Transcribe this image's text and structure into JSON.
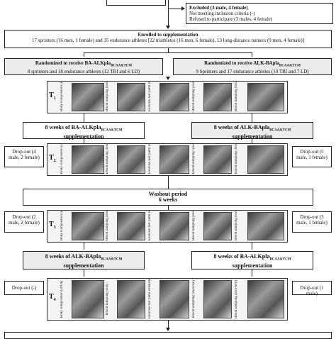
{
  "excluded": {
    "title": "Excluded (3 male, 4 female)",
    "line1": "Not meeting inclusion criteria (-)",
    "line2": "Refused to participate (3 males, 4 female)"
  },
  "enrolled": {
    "title": "Enrolled to supplementation",
    "detail": "17 sprinters (16 men, 1 female) and 35 endurance athletes [22 triathletes (16 men, 6 female), 13 long-distance runners (9 men, 4 female)]"
  },
  "group_left": {
    "title_a": "Randomized to receive BA-ALKpla",
    "title_sub": "BCAA&TCM",
    "detail": "8 sprinters and 18 endurance athletes (12 TRI and 6 LD)"
  },
  "group_right": {
    "title_a": "Randomized to receive ALK-BApla",
    "title_sub": "BCAA&TCM",
    "detail": "9 Sprinters and 17 endurance athletes (10 TRI and 7 LD)"
  },
  "periods": [
    {
      "label": "T",
      "sub": "1"
    },
    {
      "label": "T",
      "sub": "2"
    },
    {
      "label": "T",
      "sub": "3"
    },
    {
      "label": "T",
      "sub": "4"
    }
  ],
  "steps": {
    "body": "Body composition (DXA)",
    "blood_rest": "Blood sampling (rest)",
    "exercise": "Exercise test (until exhaustion)",
    "blood_exercise": "Blood sampling (exercise)",
    "blood_recovery": "Blood sampling (recovery)"
  },
  "supp1_left": {
    "a": "8 weeks of BA-ALKpla",
    "sub": "BCAA&TCM",
    "b": "supplementation"
  },
  "supp1_right": {
    "a": "8 weeks of ALK-BApla",
    "sub": "BCAA&TCM",
    "b": "supplementation"
  },
  "supp2_left": {
    "a": "8 weeks of ALK-BApla",
    "sub": "BCAA&TCM",
    "b": "supplementation"
  },
  "supp2_right": {
    "a": "8 weeks of BA-ALKpla",
    "sub": "BCAA&TCM",
    "b": "supplementation"
  },
  "washout": {
    "title": "Washout period",
    "detail": "6 weeks"
  },
  "dropouts": {
    "t2_left": "Drop-out (4 male, 2 female)",
    "t2_right": "Drop-out (5 male, 1 female)",
    "t3_left": "Drop-out (2 male, 2 female)",
    "t3_right": "Drop-out (3 male, 1 female)",
    "t4_left": "Drop-out (-)",
    "t4_right": "Drop-out (1 male)"
  }
}
